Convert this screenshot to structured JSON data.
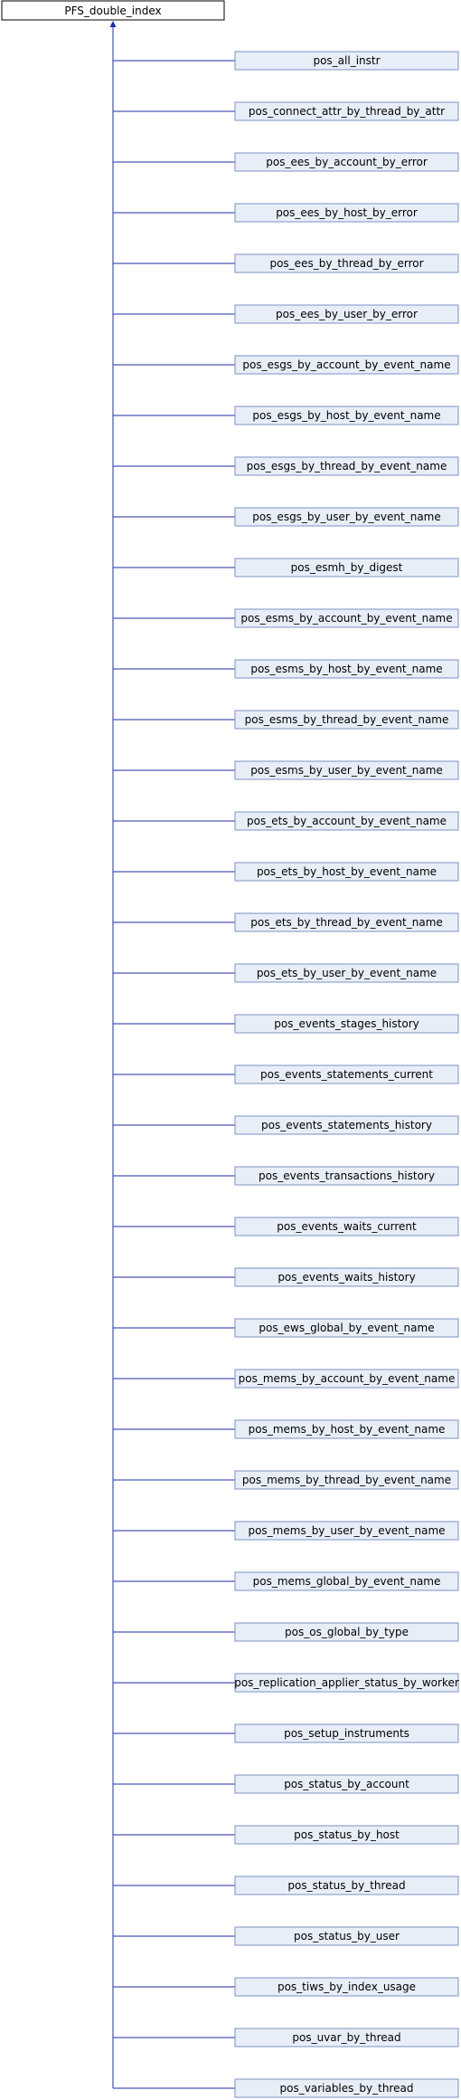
{
  "diagram": {
    "base_class": "PFS_double_index",
    "derived_classes": [
      "pos_all_instr",
      "pos_connect_attr_by_thread_by_attr",
      "pos_ees_by_account_by_error",
      "pos_ees_by_host_by_error",
      "pos_ees_by_thread_by_error",
      "pos_ees_by_user_by_error",
      "pos_esgs_by_account_by_event_name",
      "pos_esgs_by_host_by_event_name",
      "pos_esgs_by_thread_by_event_name",
      "pos_esgs_by_user_by_event_name",
      "pos_esmh_by_digest",
      "pos_esms_by_account_by_event_name",
      "pos_esms_by_host_by_event_name",
      "pos_esms_by_thread_by_event_name",
      "pos_esms_by_user_by_event_name",
      "pos_ets_by_account_by_event_name",
      "pos_ets_by_host_by_event_name",
      "pos_ets_by_thread_by_event_name",
      "pos_ets_by_user_by_event_name",
      "pos_events_stages_history",
      "pos_events_statements_current",
      "pos_events_statements_history",
      "pos_events_transactions_history",
      "pos_events_waits_current",
      "pos_events_waits_history",
      "pos_ews_global_by_event_name",
      "pos_mems_by_account_by_event_name",
      "pos_mems_by_host_by_event_name",
      "pos_mems_by_thread_by_event_name",
      "pos_mems_by_user_by_event_name",
      "pos_mems_global_by_event_name",
      "pos_os_global_by_type",
      "pos_replication_applier_status_by_worker",
      "pos_setup_instruments",
      "pos_status_by_account",
      "pos_status_by_host",
      "pos_status_by_thread",
      "pos_status_by_user",
      "pos_tiws_by_index_usage",
      "pos_uvar_by_thread",
      "pos_variables_by_thread"
    ],
    "colors": {
      "base_fill": "#ffffff",
      "base_stroke": "#000000",
      "node_fill": "#e8eef8",
      "node_stroke": "#7b93c4",
      "edge": "#1c2ea0"
    }
  }
}
